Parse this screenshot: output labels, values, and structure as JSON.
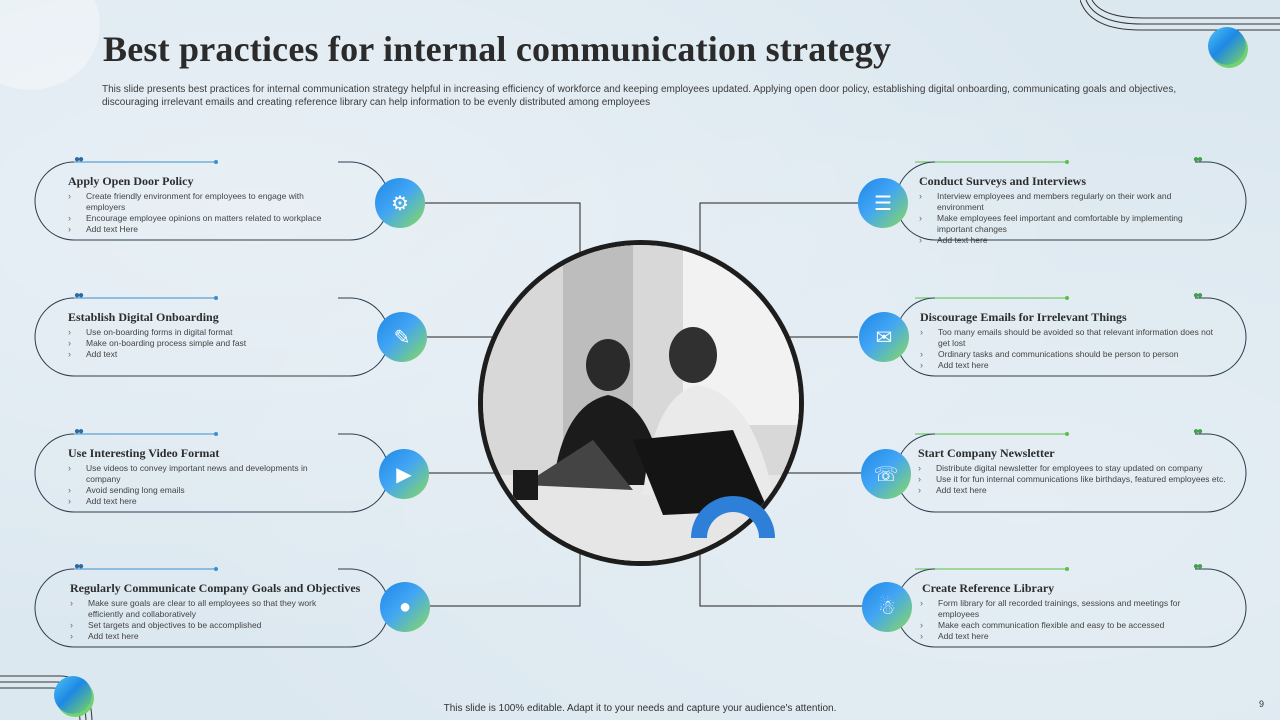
{
  "title": "Best practices  for internal communication  strategy",
  "subtitle": "This slide presents best practices for internal communication strategy helpful in increasing efficiency of workforce and keeping employees updated. Applying open door policy, establishing digital onboarding, communicating goals and objectives, discouraging irrelevant emails and creating reference library can help information to be evenly distributed among employees",
  "accent_colors": {
    "blue": "#1e88e5",
    "green": "#7ed957",
    "outline": "#2c3e50"
  },
  "left_cards": [
    {
      "title": "Apply  Open Door Policy",
      "icon": "policy-icon",
      "bullets": [
        "Create  friendly environment for employees to engage with employers",
        "Encourage  employee opinions on matters related to workplace",
        "Add text Here"
      ]
    },
    {
      "title": "Establish Digital Onboarding",
      "icon": "onboarding-icon",
      "bullets": [
        "Use on-boarding  forms in digital format",
        "Make on-boarding  process simple and fast",
        "Add text"
      ]
    },
    {
      "title": "Use Interesting Video Format",
      "icon": "video-icon",
      "bullets": [
        "Use videos to convey important news and developments in company",
        "Avoid sending long emails",
        "Add text here"
      ]
    },
    {
      "title": "Regularly Communicate Company Goals and Objectives",
      "icon": "team-goals-icon",
      "bullets": [
        "Make sure goals are clear to all employees so that they work efficiently and collaboratively",
        "Set targets and objectives to be accomplished",
        "Add text here"
      ]
    }
  ],
  "right_cards": [
    {
      "title": "Conduct Surveys and Interviews",
      "icon": "survey-icon",
      "bullets": [
        "Interview employees and members regularly on their work and environment",
        "Make employees feel important and  comfortable by implementing important changes",
        "Add text here"
      ]
    },
    {
      "title": "Discourage Emails for Irrelevant Things",
      "icon": "email-icon",
      "bullets": [
        "Too many emails should be avoided so that relevant information does not get lost",
        "Ordinary tasks and communications should be person to person",
        "Add text here"
      ]
    },
    {
      "title": "Start Company Newsletter",
      "icon": "newsletter-icon",
      "bullets": [
        "Distribute digital newsletter for employees to stay updated on company",
        "Use it for fun internal communications like birthdays, featured employees etc.",
        "Add text here"
      ]
    },
    {
      "title": "Create Reference Library",
      "icon": "library-icon",
      "bullets": [
        "Form library for all recorded trainings, sessions and meetings for employees",
        "Make each communication flexible and easy to be accessed",
        "Add text here"
      ]
    }
  ],
  "footer": "This slide is 100% editable.  Adapt it to your needs and capture your audience's attention.",
  "page_number": "9"
}
